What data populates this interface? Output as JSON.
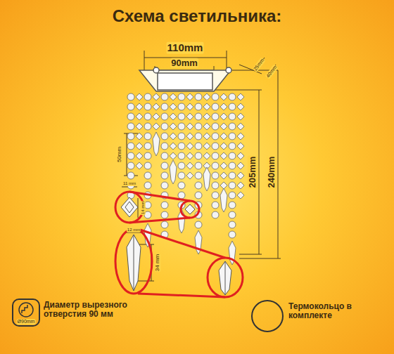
{
  "diagram": {
    "title": "Схема светильника:",
    "labels": [
      "110mm",
      "90mm",
      "25mm",
      "40mm",
      "50mm",
      "11 mm",
      "14 mm",
      "12 mm",
      "34 mm",
      "205mm",
      "240mm",
      "Ø90mm",
      "Диаметр вырезного отверстия 90 мм",
      "Термокольцо в комплекте"
    ]
  }
}
